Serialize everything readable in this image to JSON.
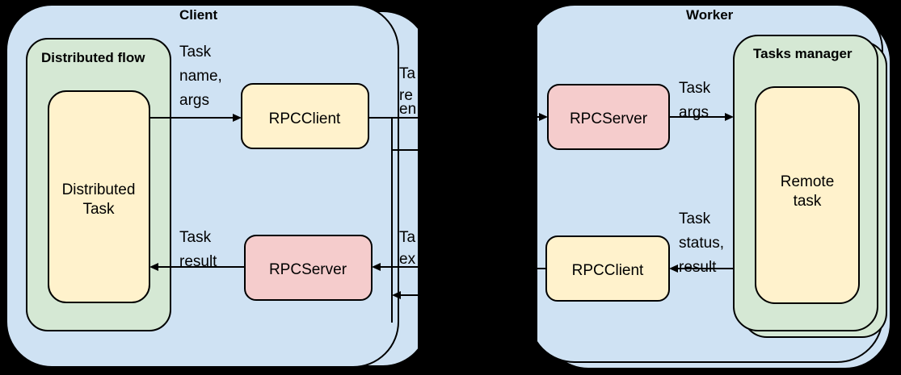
{
  "diagram": {
    "title_client": "Client",
    "title_worker": "Worker",
    "groups": {
      "distributed_flow": "Distributed flow",
      "tasks_manager": "Tasks manager"
    },
    "nodes": {
      "client_distributed_task": "Distributed\nTask",
      "client_distributed_task_l1": "Distributed",
      "client_distributed_task_l2": "Task",
      "client_rpcclient": "RPCClient",
      "client_rpcserver": "RPCServer",
      "worker_rpcserver": "RPCServer",
      "worker_rpcclient": "RPCClient",
      "worker_remote_task_l1": "Remote",
      "worker_remote_task_l2": "task"
    },
    "edges": {
      "task_name_args_l1": "Task",
      "task_name_args_l2": "name,",
      "task_name_args_l3": "args",
      "task_result_l1": "Task",
      "task_result_l2": "result",
      "task_args_l1": "Task",
      "task_args_l2": "args",
      "task_status_result_l1": "Task",
      "task_status_result_l2": "status,",
      "task_status_result_l3": "result",
      "occluded_top_l1": "Ta",
      "occluded_top_l2": "re",
      "occluded_top_l3": "en",
      "occluded_bottom_l1": "Ta",
      "occluded_bottom_l2": "ex"
    },
    "colors": {
      "panel_blue": "#CFE2F3",
      "group_green": "#D5E8D4",
      "node_yellow": "#FFF2CC",
      "node_pink": "#F5CCCC",
      "stroke": "#000000",
      "occlusion": "#000000",
      "background": "#000000"
    }
  }
}
